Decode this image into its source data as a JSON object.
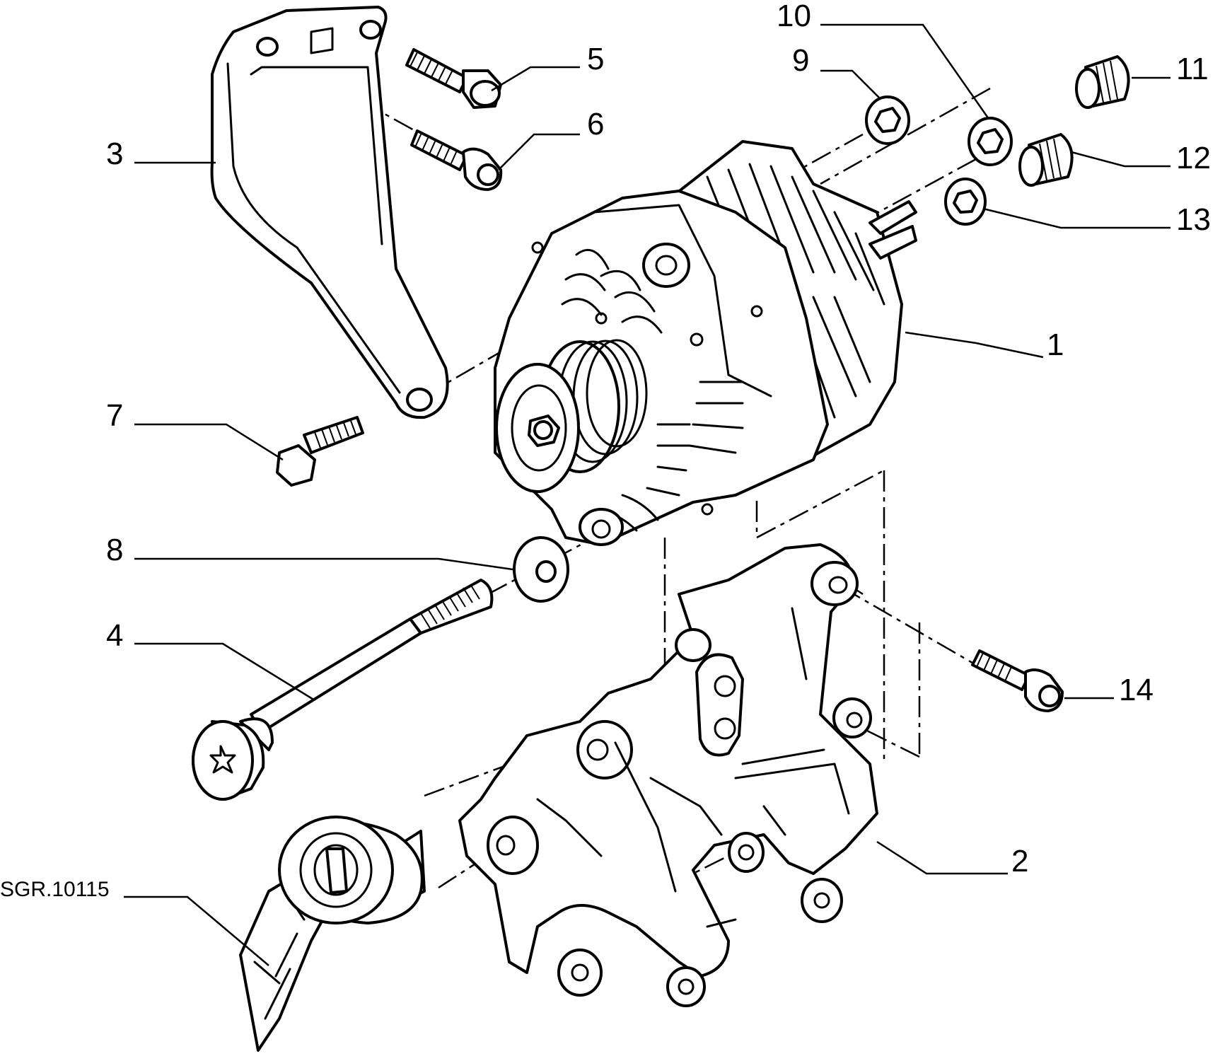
{
  "diagram": {
    "colors": {
      "line": "#000000",
      "background": "#ffffff"
    },
    "callouts": [
      {
        "id": "1",
        "text": "1"
      },
      {
        "id": "2",
        "text": "2"
      },
      {
        "id": "3",
        "text": "3"
      },
      {
        "id": "4",
        "text": "4"
      },
      {
        "id": "5",
        "text": "5"
      },
      {
        "id": "6",
        "text": "6"
      },
      {
        "id": "7",
        "text": "7"
      },
      {
        "id": "8",
        "text": "8"
      },
      {
        "id": "9",
        "text": "9"
      },
      {
        "id": "10",
        "text": "10"
      },
      {
        "id": "11",
        "text": "11"
      },
      {
        "id": "12",
        "text": "12"
      },
      {
        "id": "13",
        "text": "13"
      },
      {
        "id": "14",
        "text": "14"
      }
    ],
    "reference": {
      "text": "SGR.10115"
    }
  }
}
